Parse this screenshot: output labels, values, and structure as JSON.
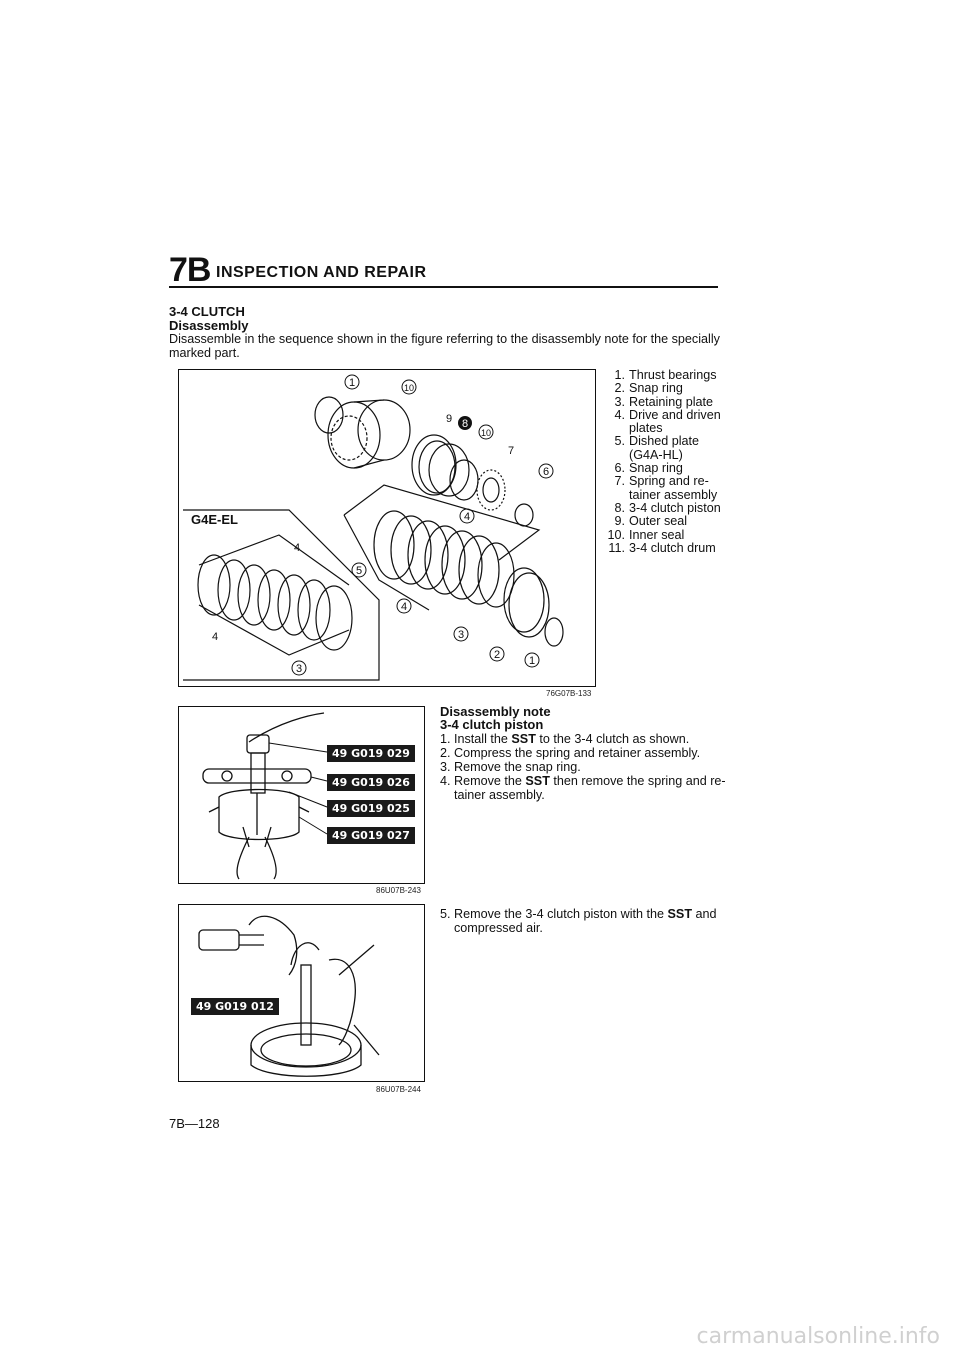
{
  "header": {
    "section_number": "7B",
    "title": "INSPECTION AND REPAIR"
  },
  "section": {
    "title": "3-4 CLUTCH",
    "subtitle": "Disassembly",
    "intro": "Disassemble in the sequence shown in the figure referring to the disassembly note for the specially marked part."
  },
  "figure1": {
    "code": "76G07B-133",
    "inset_label": "G4E-EL",
    "callouts": [
      "1",
      "10",
      "9",
      "8",
      "10",
      "7",
      "6",
      "4",
      "4",
      "5",
      "4",
      "3",
      "3",
      "2",
      "1",
      "4"
    ]
  },
  "parts": [
    {
      "n": "1.",
      "text": "Thrust bearings"
    },
    {
      "n": "2.",
      "text": "Snap ring"
    },
    {
      "n": "3.",
      "text": "Retaining plate"
    },
    {
      "n": "4.",
      "text": "Drive and driven plates"
    },
    {
      "n": "5.",
      "text": "Dished plate (G4A-HL)"
    },
    {
      "n": "6.",
      "text": "Snap ring"
    },
    {
      "n": "7.",
      "text": "Spring and re- tainer assembly"
    },
    {
      "n": "8.",
      "text": "3-4 clutch piston"
    },
    {
      "n": "9.",
      "text": "Outer seal"
    },
    {
      "n": "10.",
      "text": "Inner seal"
    },
    {
      "n": "11.",
      "text": "3-4 clutch drum"
    }
  ],
  "figure2": {
    "code": "86U07B-243",
    "tools": [
      "49 G019 029",
      "49 G019 026",
      "49 G019 025",
      "49 G019 027"
    ]
  },
  "note": {
    "title": "Disassembly note",
    "subtitle": "3-4 clutch piston",
    "steps": [
      {
        "n": "1.",
        "pre": "Install the ",
        "bold": "SST",
        "post": " to the 3-4 clutch as shown."
      },
      {
        "n": "2.",
        "pre": "Compress the spring and retainer assembly.",
        "bold": "",
        "post": ""
      },
      {
        "n": "3.",
        "pre": "Remove the snap ring.",
        "bold": "",
        "post": ""
      },
      {
        "n": "4.",
        "pre": "Remove the ",
        "bold": "SST",
        "post": " then remove the spring and re- tainer assembly."
      }
    ]
  },
  "figure3": {
    "code": "86U07B-244",
    "tool": "49 G019 012"
  },
  "step5": {
    "n": "5.",
    "pre": "Remove the 3-4 clutch piston with the ",
    "bold": "SST",
    "post": " and compressed air."
  },
  "page_number": "7B—128",
  "watermark": "carmanualsonline.info"
}
